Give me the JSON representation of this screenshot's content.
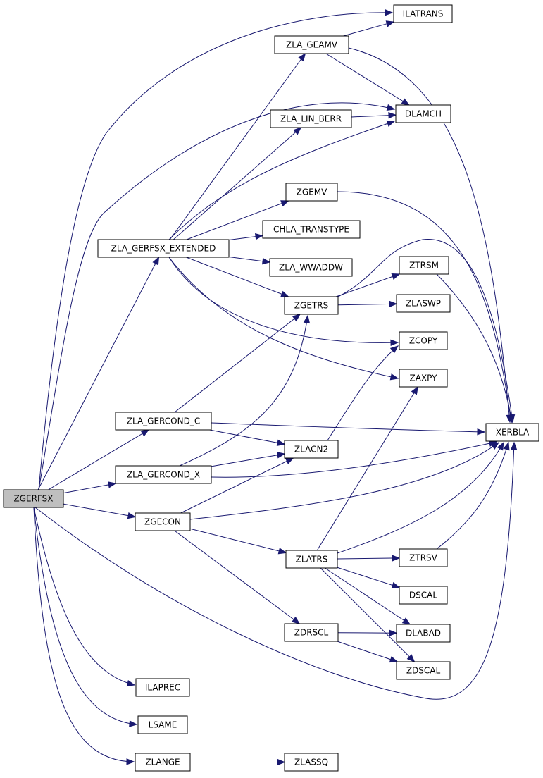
{
  "graph": {
    "nodes": [
      {
        "id": "ZGERFSX",
        "label": "ZGERFSX",
        "root": true
      },
      {
        "id": "ILATRANS",
        "label": "ILATRANS"
      },
      {
        "id": "ZLA_GEAMV",
        "label": "ZLA_GEAMV"
      },
      {
        "id": "DLAMCH",
        "label": "DLAMCH"
      },
      {
        "id": "ZLA_LIN_BERR",
        "label": "ZLA_LIN_BERR"
      },
      {
        "id": "ZGEMV",
        "label": "ZGEMV"
      },
      {
        "id": "CHLA_TRANSTYPE",
        "label": "CHLA_TRANSTYPE"
      },
      {
        "id": "ZLA_GERFSX_EXTENDED",
        "label": "ZLA_GERFSX_EXTENDED"
      },
      {
        "id": "ZLA_WWADDW",
        "label": "ZLA_WWADDW"
      },
      {
        "id": "ZTRSM",
        "label": "ZTRSM"
      },
      {
        "id": "ZGETRS",
        "label": "ZGETRS"
      },
      {
        "id": "ZLASWP",
        "label": "ZLASWP"
      },
      {
        "id": "ZCOPY",
        "label": "ZCOPY"
      },
      {
        "id": "ZAXPY",
        "label": "ZAXPY"
      },
      {
        "id": "ZLA_GERCOND_C",
        "label": "ZLA_GERCOND_C"
      },
      {
        "id": "XERBLA",
        "label": "XERBLA"
      },
      {
        "id": "ZLACN2",
        "label": "ZLACN2"
      },
      {
        "id": "ZLA_GERCOND_X",
        "label": "ZLA_GERCOND_X"
      },
      {
        "id": "ZGECON",
        "label": "ZGECON"
      },
      {
        "id": "ZLATRS",
        "label": "ZLATRS"
      },
      {
        "id": "ZTRSV",
        "label": "ZTRSV"
      },
      {
        "id": "DSCAL",
        "label": "DSCAL"
      },
      {
        "id": "ZDRSCL",
        "label": "ZDRSCL"
      },
      {
        "id": "DLABAD",
        "label": "DLABAD"
      },
      {
        "id": "ZDSCAL",
        "label": "ZDSCAL"
      },
      {
        "id": "ILAPREC",
        "label": "ILAPREC"
      },
      {
        "id": "LSAME",
        "label": "LSAME"
      },
      {
        "id": "ZLANGE",
        "label": "ZLANGE"
      },
      {
        "id": "ZLASSQ",
        "label": "ZLASSQ"
      }
    ],
    "edges": [
      [
        "ZGERFSX",
        "ILATRANS"
      ],
      [
        "ZGERFSX",
        "DLAMCH"
      ],
      [
        "ZGERFSX",
        "ZLA_GERFSX_EXTENDED"
      ],
      [
        "ZGERFSX",
        "ZLA_GERCOND_C"
      ],
      [
        "ZGERFSX",
        "ZLA_GERCOND_X"
      ],
      [
        "ZGERFSX",
        "ZGECON"
      ],
      [
        "ZGERFSX",
        "XERBLA"
      ],
      [
        "ZGERFSX",
        "ILAPREC"
      ],
      [
        "ZGERFSX",
        "LSAME"
      ],
      [
        "ZGERFSX",
        "ZLANGE"
      ],
      [
        "ZLA_GERFSX_EXTENDED",
        "ZLA_GEAMV"
      ],
      [
        "ZLA_GERFSX_EXTENDED",
        "ZLA_LIN_BERR"
      ],
      [
        "ZLA_GERFSX_EXTENDED",
        "DLAMCH"
      ],
      [
        "ZLA_GERFSX_EXTENDED",
        "ZGEMV"
      ],
      [
        "ZLA_GERFSX_EXTENDED",
        "CHLA_TRANSTYPE"
      ],
      [
        "ZLA_GERFSX_EXTENDED",
        "ZLA_WWADDW"
      ],
      [
        "ZLA_GERFSX_EXTENDED",
        "ZGETRS"
      ],
      [
        "ZLA_GERFSX_EXTENDED",
        "ZCOPY"
      ],
      [
        "ZLA_GERFSX_EXTENDED",
        "ZAXPY"
      ],
      [
        "ZLA_GEAMV",
        "ILATRANS"
      ],
      [
        "ZLA_GEAMV",
        "DLAMCH"
      ],
      [
        "ZLA_GEAMV",
        "XERBLA"
      ],
      [
        "ZLA_LIN_BERR",
        "DLAMCH"
      ],
      [
        "ZGEMV",
        "XERBLA"
      ],
      [
        "ZGETRS",
        "ZTRSM"
      ],
      [
        "ZGETRS",
        "ZLASWP"
      ],
      [
        "ZGETRS",
        "XERBLA"
      ],
      [
        "ZTRSM",
        "XERBLA"
      ],
      [
        "ZLA_GERCOND_C",
        "ZGETRS"
      ],
      [
        "ZLA_GERCOND_C",
        "XERBLA"
      ],
      [
        "ZLA_GERCOND_C",
        "ZLACN2"
      ],
      [
        "ZLA_GERCOND_X",
        "ZGETRS"
      ],
      [
        "ZLA_GERCOND_X",
        "ZLACN2"
      ],
      [
        "ZLA_GERCOND_X",
        "XERBLA"
      ],
      [
        "ZLACN2",
        "ZCOPY"
      ],
      [
        "ZGECON",
        "ZLACN2"
      ],
      [
        "ZGECON",
        "XERBLA"
      ],
      [
        "ZGECON",
        "ZLATRS"
      ],
      [
        "ZGECON",
        "ZDRSCL"
      ],
      [
        "ZLATRS",
        "ZAXPY"
      ],
      [
        "ZLATRS",
        "XERBLA"
      ],
      [
        "ZLATRS",
        "ZTRSV"
      ],
      [
        "ZLATRS",
        "DSCAL"
      ],
      [
        "ZLATRS",
        "DLABAD"
      ],
      [
        "ZLATRS",
        "ZDSCAL"
      ],
      [
        "ZTRSV",
        "XERBLA"
      ],
      [
        "ZDRSCL",
        "DLABAD"
      ],
      [
        "ZDRSCL",
        "ZDSCAL"
      ],
      [
        "ZLANGE",
        "ZLASSQ"
      ]
    ]
  }
}
